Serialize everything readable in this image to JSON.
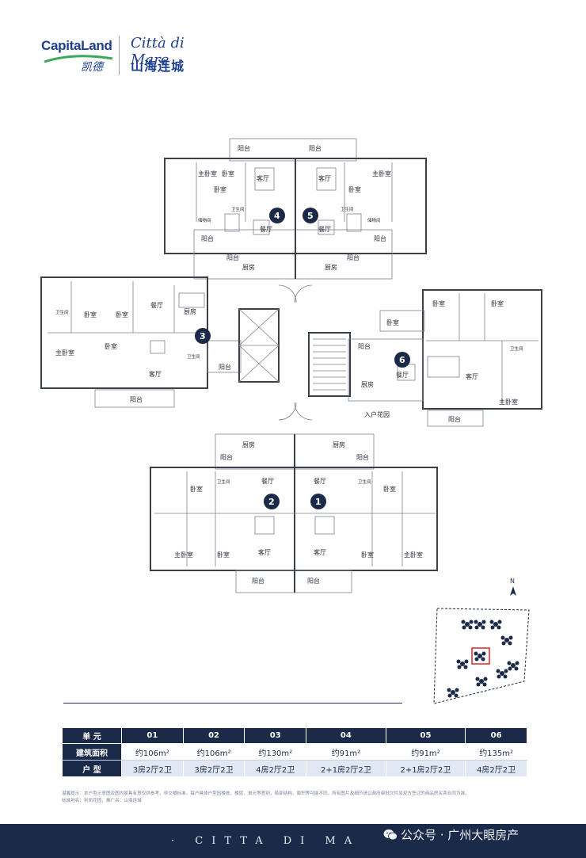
{
  "brand": {
    "capitaland_name": "CapitaLand",
    "capitaland_cn": "凯德",
    "project_script": "Città di Mare",
    "project_cn": "山海连城"
  },
  "plan": {
    "units": [
      "1",
      "2",
      "3",
      "4",
      "5",
      "6"
    ],
    "rooms": {
      "balcony": "阳台",
      "living": "客厅",
      "dining": "餐厅",
      "kitchen": "厨房",
      "bedroom": "卧室",
      "master_bedroom": "主卧室",
      "bathroom": "卫生间",
      "storage": "储物间",
      "entry_garden": "入户花园"
    },
    "compass": "N"
  },
  "spec_table": {
    "row_headers": [
      "单 元",
      "建筑面积",
      "户 型"
    ],
    "units": [
      "01",
      "02",
      "03",
      "04",
      "05",
      "06"
    ],
    "areas": [
      "约106m²",
      "约106m²",
      "约130m²",
      "约91m²",
      "约91m²",
      "约135m²"
    ],
    "layouts": [
      "3房2厅2卫",
      "3房2厅2卫",
      "4房2厅2卫",
      "2+1房2厅2卫",
      "2+1房2厅2卫",
      "4房2厅2卫"
    ]
  },
  "notice": {
    "line1": "温馨提示：本户型示意图及图内家具有意仅供参考，非交楼标准。每户具体户型因楼栋、楼层、单元等差别，局部结构、面积等可能不同。所有图片及细节请以政府审批文件及双方签订的商品房买卖合同为准。",
    "line2": "标准地名：利凯花园，推广名：山海连城"
  },
  "footer": {
    "text": "· CITTA DI MA",
    "watermark": "公众号 · 广州大眼房产"
  },
  "colors": {
    "navy": "#1c2a4a",
    "brand_blue": "#1d3f8f",
    "brand_green": "#3ca95a",
    "table_light": "#e1e8f3",
    "highlight": "#d9262c"
  }
}
